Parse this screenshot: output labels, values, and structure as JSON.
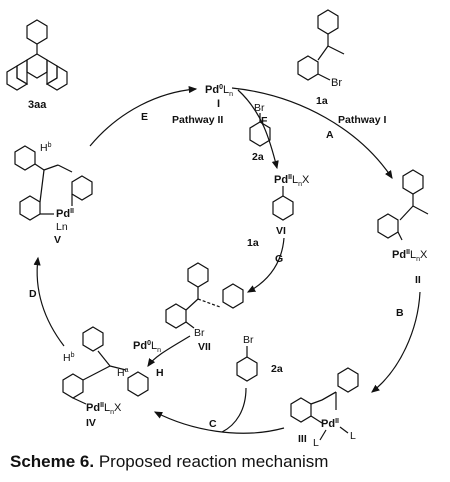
{
  "caption": {
    "label": "Scheme 6.",
    "text": "Proposed reaction mechanism"
  },
  "catalyst_top": {
    "metal": "Pd",
    "ox": "0",
    "ligand": "L",
    "sub": "n",
    "id": "I"
  },
  "pathway_ii": "Pathway II",
  "pathway_i": "Pathway I",
  "top_right": {
    "br": "Br",
    "label": "1a"
  },
  "aryl_bromide_top": {
    "br": "Br",
    "label": "2a"
  },
  "intermediate_vi": {
    "metal": "Pd",
    "ox": "II",
    "ligand": "L",
    "sub": "n",
    "x": "X",
    "id": "VI"
  },
  "intermediate_ii": {
    "metal": "Pd",
    "ox": "II",
    "ligand": "L",
    "sub": "n",
    "x": "X",
    "id": "II"
  },
  "intermediate_vii": {
    "br": "Br",
    "id": "VII"
  },
  "intermediate_v": {
    "hb": "H",
    "hb_sup": "b",
    "metal": "Pd",
    "ox": "II",
    "ln": "Ln",
    "id": "V"
  },
  "intermediate_iii": {
    "metal": "Pd",
    "ox": "II",
    "l1": "L",
    "l2": "L",
    "id": "III"
  },
  "intermediate_iv": {
    "hb": "H",
    "hb_sup": "b",
    "ha": "H",
    "ha_sup": "a",
    "metal": "Pd",
    "ox": "II",
    "ligand": "L",
    "sub": "n",
    "x": "X",
    "id": "IV"
  },
  "pd0_side": {
    "metal": "Pd",
    "ox": "0",
    "ligand": "L",
    "sub": "n"
  },
  "aryl_bromide_bottom": {
    "br": "Br",
    "label": "2a"
  },
  "product": {
    "label": "3aa"
  },
  "steps": {
    "A": "A",
    "B": "B",
    "C": "C",
    "D": "D",
    "E": "E",
    "F": "F",
    "G": "G",
    "H": "H",
    "G_reagent": "1a"
  }
}
